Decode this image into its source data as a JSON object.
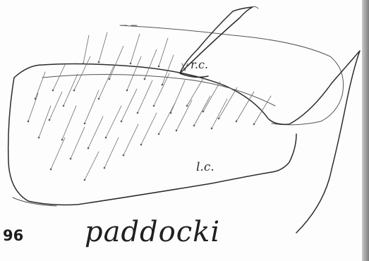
{
  "figure": {
    "number": "96",
    "species": "paddocki",
    "labels": {
      "right_cercus": "r.c.",
      "left_cercus": "l.c."
    }
  }
}
